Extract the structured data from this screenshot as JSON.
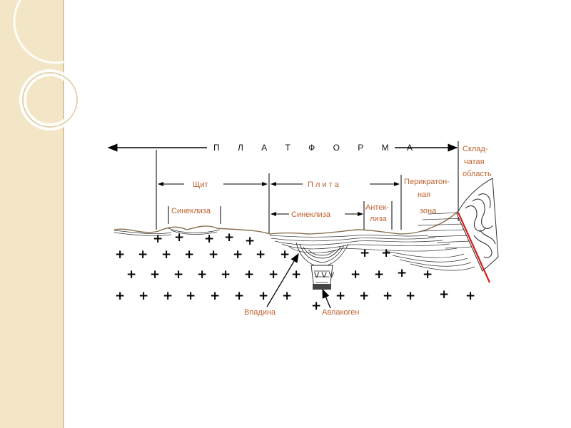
{
  "slide": {
    "colors": {
      "band": "#f3e6c7",
      "label": "#c0622f",
      "fault": "#d91a1a",
      "sediment": "#333333"
    }
  },
  "diagram": {
    "title": "П Л А Т Ф О Р М А",
    "labels": {
      "fold_area": [
        "Склад-",
        "чатая",
        "область"
      ],
      "shield": "Щит",
      "plate": "П л и т а",
      "pericratonic": [
        "Перикратон-",
        "ная",
        "зона"
      ],
      "syneclise_shield": "Синеклиза",
      "syneclise_plate": "Синеклиза",
      "anteclise": [
        "Антек-",
        "лиза"
      ],
      "depression": "Впадина",
      "aulacogen": "Авлакоген"
    }
  }
}
